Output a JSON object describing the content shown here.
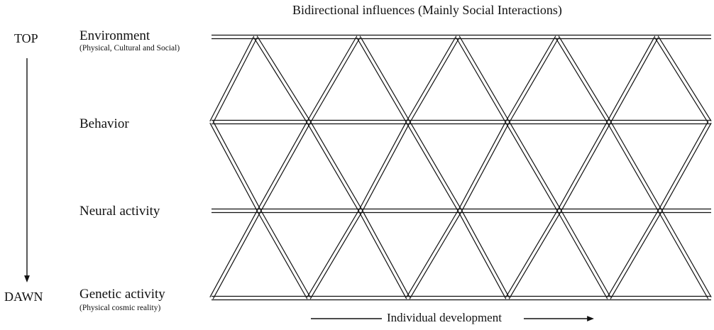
{
  "title": "Bidirectional influences (Mainly Social Interactions)",
  "top_label": "TOP",
  "bottom_label": "DAWN",
  "levels": {
    "environment": "Environment",
    "environment_sub": "(Physical, Cultural and Social)",
    "behavior": "Behavior",
    "neural": "Neural activity",
    "genetic": "Genetic activity",
    "genetic_sub": "(Physical cosmic reality)"
  },
  "x_axis_label": "Individual development",
  "colors": {
    "line": "#111111",
    "background": "#ffffff"
  }
}
